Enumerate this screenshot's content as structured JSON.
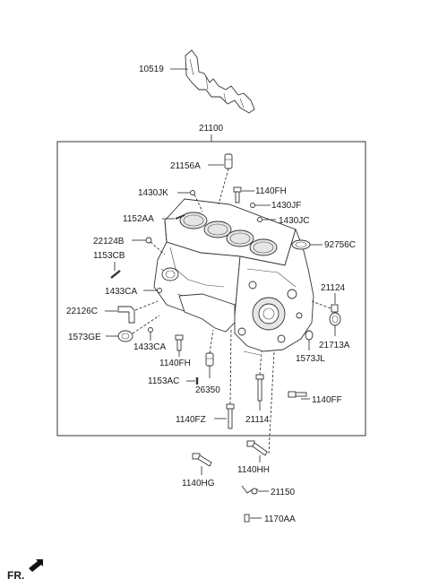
{
  "labels": {
    "p10519": "10519",
    "p21100": "21100",
    "p21156A": "21156A",
    "p1430JK": "1430JK",
    "p1140FH_top": "1140FH",
    "p1430JF": "1430JF",
    "p1152AA": "1152AA",
    "p1430JC": "1430JC",
    "p22124B": "22124B",
    "p92756C": "92756C",
    "p1153CB": "1153CB",
    "p21124": "21124",
    "p1433CA_upper": "1433CA",
    "p22126C": "22126C",
    "p1573GE": "1573GE",
    "p1433CA_lower": "1433CA",
    "p21713A": "21713A",
    "p1140FH_mid": "1140FH",
    "p1573JL": "1573JL",
    "p1153AC": "1153AC",
    "p26350": "26350",
    "p1140FF": "1140FF",
    "p1140FZ": "1140FZ",
    "p21114": "21114",
    "p1140HH": "1140HH",
    "p1140HG": "1140HG",
    "p21150": "21150",
    "p1170AA": "1170AA",
    "fr": "FR."
  }
}
